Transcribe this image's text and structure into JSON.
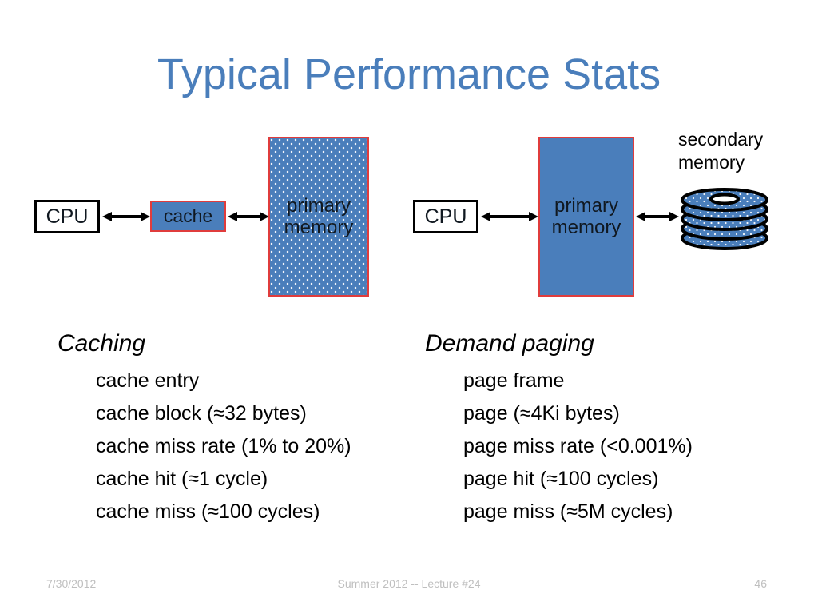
{
  "slide": {
    "title": "Typical Performance Stats"
  },
  "diagrams": {
    "caching": {
      "cpu_label": "CPU",
      "cache_label": "cache",
      "primary_memory_label": "primary\nmemory",
      "primary_memory_line1": "primary",
      "primary_memory_line2": "memory",
      "arrow_cpu_cache": "double-headed-arrow",
      "arrow_cache_memory": "double-headed-arrow"
    },
    "paging": {
      "cpu_label": "CPU",
      "primary_memory_line1": "primary",
      "primary_memory_line2": "memory",
      "secondary_memory_line1": "secondary",
      "secondary_memory_line2": "memory",
      "arrow_cpu_memory": "double-headed-arrow",
      "arrow_memory_disk": "double-headed-arrow",
      "disk_icon": "disk-stack-icon",
      "disk_platter_count": 5
    }
  },
  "columns": [
    {
      "heading": "Caching",
      "items": [
        "cache entry",
        "cache block (≈32 bytes)",
        "cache miss rate (1% to 20%)",
        "cache hit (≈1 cycle)",
        "cache miss (≈100 cycles)"
      ]
    },
    {
      "heading": "Demand paging",
      "items": [
        "page frame",
        "page (≈4Ki bytes)",
        "page miss rate (<0.001%)",
        "page hit (≈100 cycles)",
        "page miss (≈5M cycles)"
      ]
    }
  ],
  "footer": {
    "date": "7/30/2012",
    "center": "Summer 2012 -- Lecture #24",
    "page_number": "46"
  },
  "colors": {
    "title_blue": "#4a7ebb",
    "memory_blue": "#4a7ebb",
    "box_border_red": "#e03c3c",
    "outline_black": "#000000",
    "footer_gray": "#bfbfbf",
    "background": "#ffffff"
  }
}
